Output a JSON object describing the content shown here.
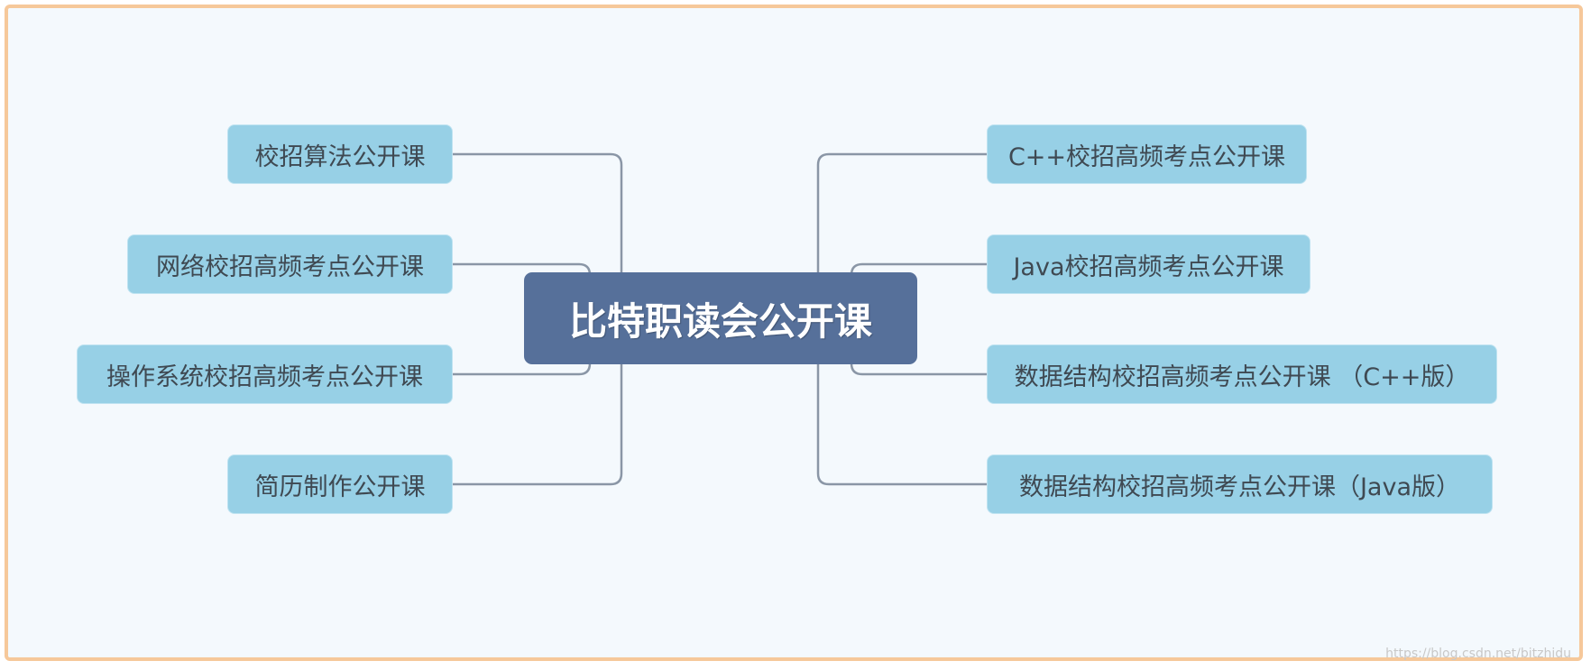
{
  "diagram": {
    "center": "比特职读会公开课",
    "left": [
      "校招算法公开课",
      "网络校招高频考点公开课",
      "操作系统校招高频考点公开课",
      "简历制作公开课"
    ],
    "right": [
      "C++校招高频考点公开课",
      "Java校招高频考点公开课",
      "数据结构校招高频考点公开课 （C++版）",
      "数据结构校招高频考点公开课（Java版）"
    ]
  },
  "watermark": "https://blog.csdn.net/bitzhidu",
  "colors": {
    "frame_border": "#f6c89a",
    "background": "#f4f9fd",
    "node_fill": "#97d0e6",
    "center_fill": "#56709a",
    "connector": "#8a96a6"
  }
}
